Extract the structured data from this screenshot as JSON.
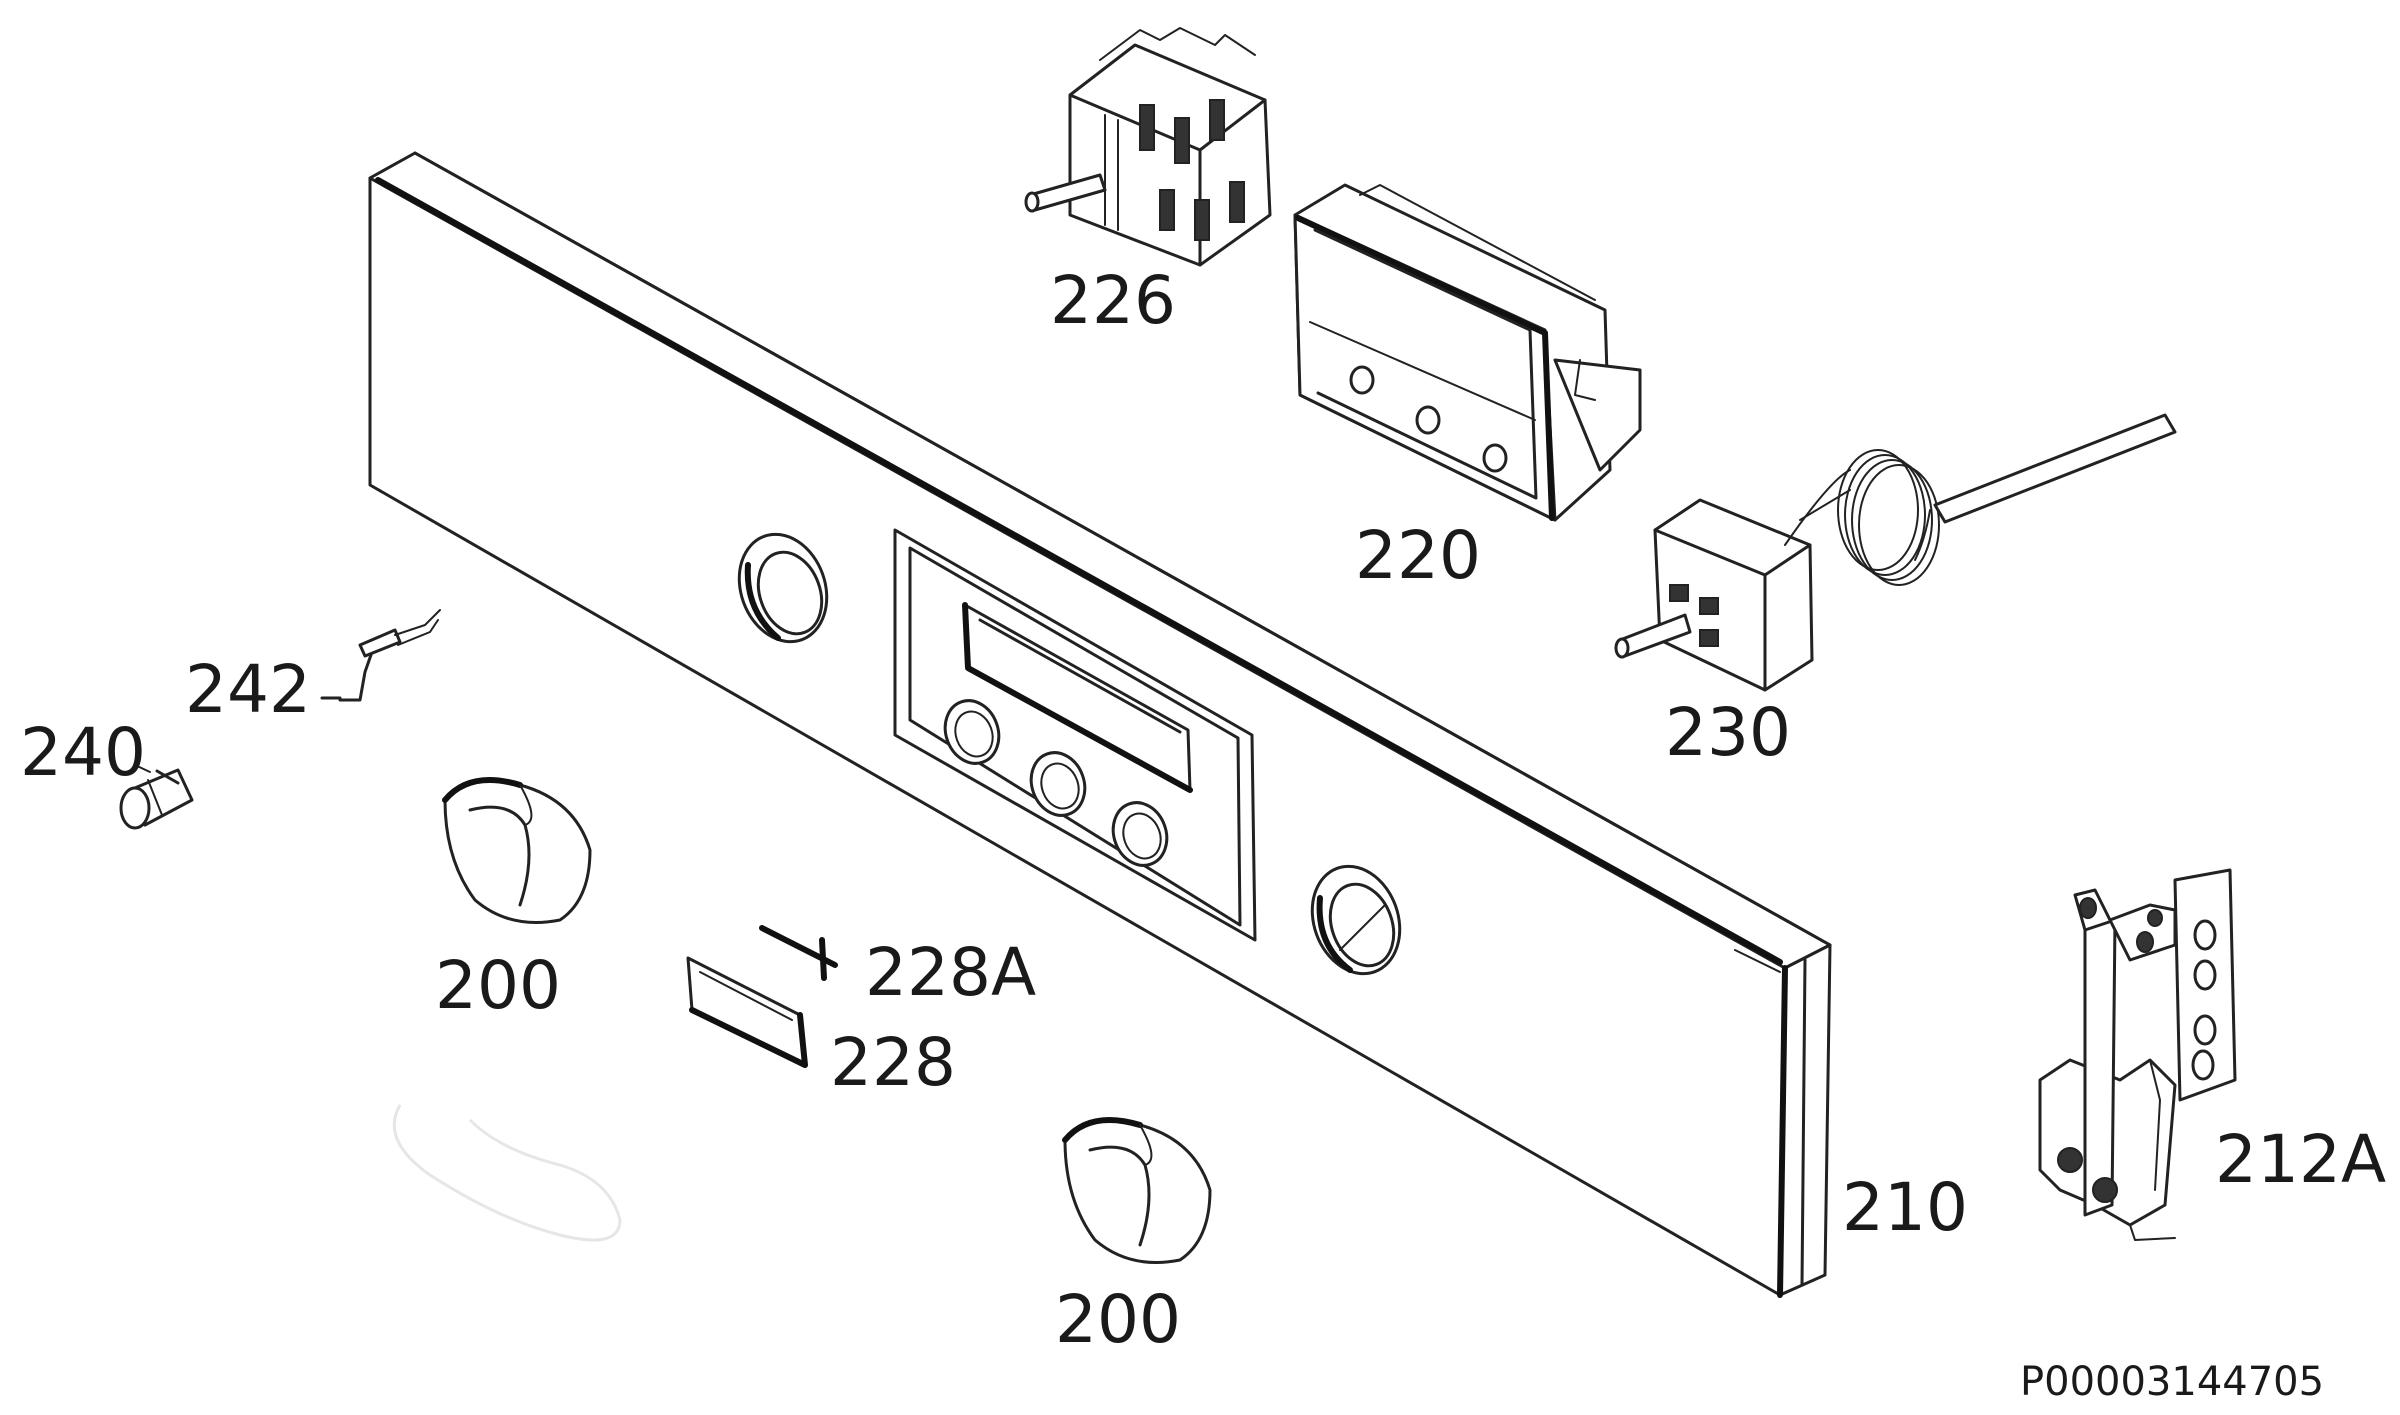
{
  "parts": [
    {
      "id": "knob-200-a",
      "label": "200"
    },
    {
      "id": "knob-200-b",
      "label": "200"
    },
    {
      "id": "panel",
      "label": "210"
    },
    {
      "id": "bracket",
      "label": "212A"
    },
    {
      "id": "display-housing",
      "label": "220"
    },
    {
      "id": "switch",
      "label": "226"
    },
    {
      "id": "button",
      "label": "228"
    },
    {
      "id": "button-spring",
      "label": "228A"
    },
    {
      "id": "thermostat",
      "label": "230"
    },
    {
      "id": "lamp",
      "label": "240"
    },
    {
      "id": "lamp-wire",
      "label": "242"
    }
  ],
  "document_code": "P00003144705"
}
